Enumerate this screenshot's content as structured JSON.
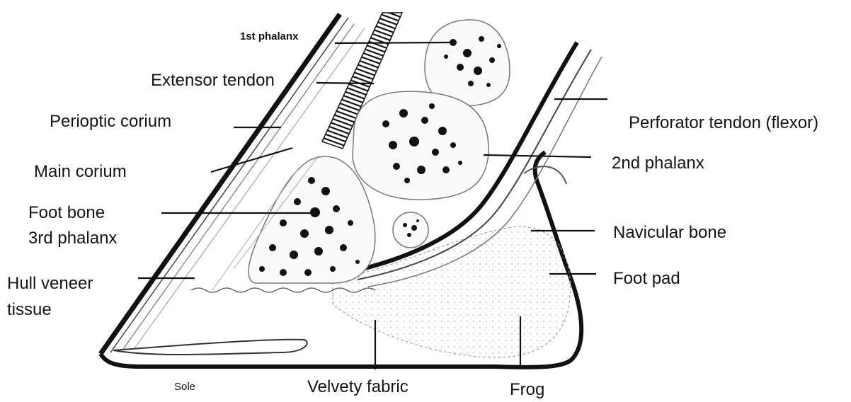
{
  "diagram": {
    "labels": {
      "first_phalanx": "1st phalanx",
      "extensor_tendon": "Extensor tendon",
      "perioptic_corium": "Perioptic corium",
      "main_corium": "Main corium",
      "foot_bone": "Foot bone",
      "third_phalanx": "3rd phalanx",
      "hull_veneer": "Hull veneer",
      "tissue": "tissue",
      "perforator_tendon": "Perforator tendon (flexor)",
      "second_phalanx": "2nd phalanx",
      "navicular_bone": "Navicular bone",
      "foot_pad": "Foot pad",
      "sole": "Sole",
      "velvety_fabric": "Velvety fabric",
      "frog": "Frog"
    },
    "colors": {
      "ink": "#141414",
      "bone_fill": "#fafafa",
      "pad_fill": "#f4f4f4"
    }
  }
}
